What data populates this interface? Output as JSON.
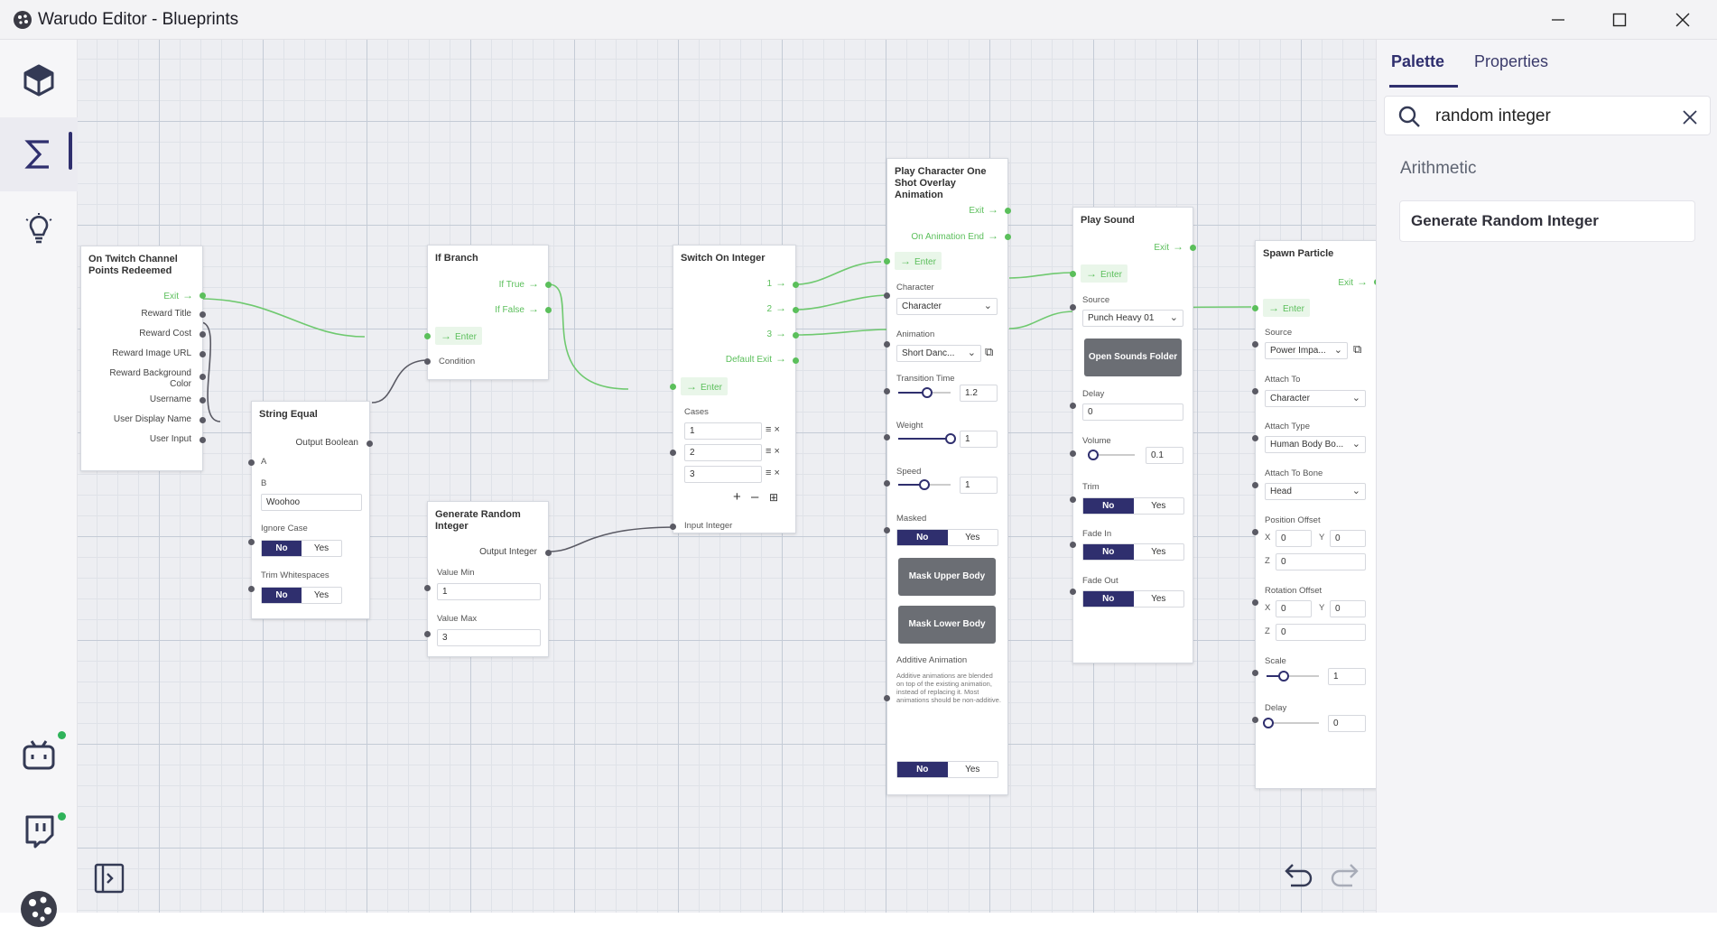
{
  "window": {
    "title": "Warudo Editor - Blueprints"
  },
  "sidebar": {
    "items": [
      {
        "name": "scene",
        "icon": "cube-icon"
      },
      {
        "name": "blueprints",
        "icon": "sigma-icon",
        "active": true
      },
      {
        "name": "tips",
        "icon": "lightbulb-icon"
      },
      {
        "name": "bilibili",
        "icon": "bilibili-icon",
        "status": "connected"
      },
      {
        "name": "twitch",
        "icon": "twitch-icon",
        "status": "connected"
      },
      {
        "name": "warudo",
        "icon": "warudo-logo-icon"
      }
    ]
  },
  "panel": {
    "tabs": [
      {
        "label": "Palette",
        "active": true
      },
      {
        "label": "Properties"
      }
    ],
    "search_value": "random integer",
    "category": "Arithmetic",
    "results": [
      "Generate Random Integer"
    ]
  },
  "nodes": {
    "twitch": {
      "title": "On Twitch Channel Points Redeemed",
      "exit": "Exit",
      "outputs": [
        "Reward Title",
        "Reward Cost",
        "Reward Image URL",
        "Reward Background Color",
        "Username",
        "User Display Name",
        "User Input"
      ]
    },
    "string_equal": {
      "title": "String Equal",
      "output": "Output Boolean",
      "a": "A",
      "b": "B",
      "b_value": "Woohoo",
      "ignore_case": "Ignore Case",
      "trim": "Trim Whitespaces",
      "no": "No",
      "yes": "Yes"
    },
    "if_branch": {
      "title": "If Branch",
      "if_true": "If True",
      "if_false": "If False",
      "enter": "Enter",
      "condition": "Condition"
    },
    "random_int": {
      "title": "Generate Random Integer",
      "output": "Output Integer",
      "min_label": "Value Min",
      "min": "1",
      "max_label": "Value Max",
      "max": "3"
    },
    "switch": {
      "title": "Switch On Integer",
      "outs": [
        "1",
        "2",
        "3"
      ],
      "default_exit": "Default Exit",
      "enter": "Enter",
      "cases_label": "Cases",
      "cases": [
        "1",
        "2",
        "3"
      ],
      "input": "Input Integer"
    },
    "overlay_anim": {
      "title": "Play Character One Shot Overlay Animation",
      "exit": "Exit",
      "on_end": "On Animation End",
      "enter": "Enter",
      "character_label": "Character",
      "character": "Character",
      "animation_label": "Animation",
      "animation": "Short Danc...",
      "transition_label": "Transition Time",
      "transition": "1.2",
      "transition_fill": 0.55,
      "weight_label": "Weight",
      "weight": "1",
      "weight_fill": 1.0,
      "speed_label": "Speed",
      "speed": "1",
      "speed_fill": 0.5,
      "masked_label": "Masked",
      "no": "No",
      "yes": "Yes",
      "mask_upper": "Mask Upper Body",
      "mask_lower": "Mask Lower Body",
      "additive_label": "Additive Animation",
      "additive_desc": "Additive animations are blended on top of the existing animation, instead of replacing it. Most animations should be non-additive."
    },
    "play_sound": {
      "title": "Play Sound",
      "exit": "Exit",
      "enter": "Enter",
      "source_label": "Source",
      "source": "Punch Heavy 01",
      "open_folder": "Open Sounds Folder",
      "delay_label": "Delay",
      "delay": "0",
      "volume_label": "Volume",
      "volume": "0.1",
      "volume_fill": 0.0,
      "trim_label": "Trim",
      "fade_in_label": "Fade In",
      "fade_out_label": "Fade Out",
      "no": "No",
      "yes": "Yes"
    },
    "spawn_particle": {
      "title": "Spawn Particle",
      "exit": "Exit",
      "enter": "Enter",
      "source_label": "Source",
      "source": "Power Impa...",
      "attach_to_label": "Attach To",
      "attach_to": "Character",
      "attach_type_label": "Attach Type",
      "attach_type": "Human Body Bo...",
      "attach_bone_label": "Attach To Bone",
      "attach_bone": "Head",
      "pos_label": "Position Offset",
      "rot_label": "Rotation Offset",
      "x": "X",
      "y": "Y",
      "z": "Z",
      "pos_x": "0",
      "pos_y": "0",
      "pos_z": "0",
      "rot_x": "0",
      "rot_y": "0",
      "rot_z": "0",
      "scale_label": "Scale",
      "scale": "1",
      "scale_fill": 0.33,
      "delay_label": "Delay",
      "delay": "0",
      "delay_fill": 0.0
    }
  }
}
